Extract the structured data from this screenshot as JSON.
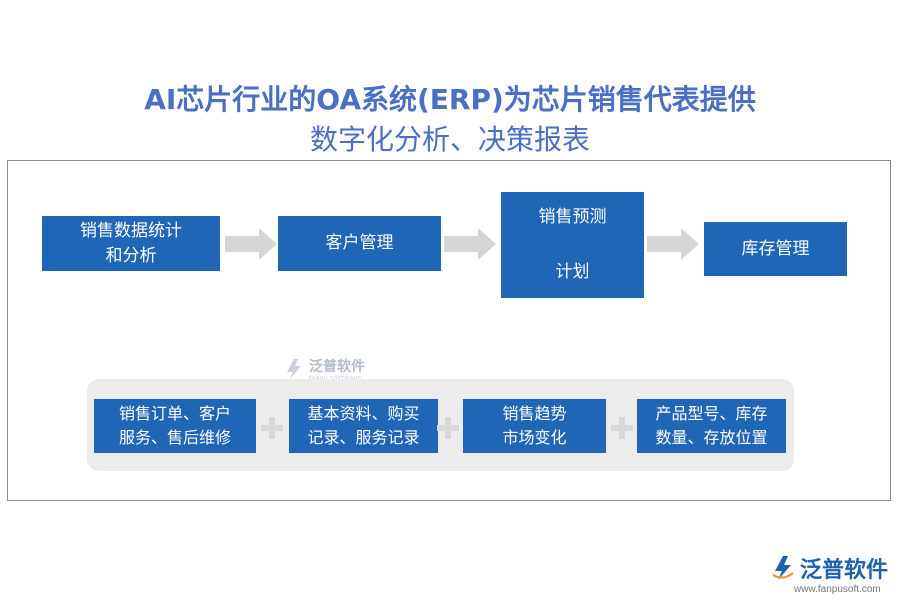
{
  "title": {
    "line1": "AI芯片行业的OA系统(ERP)为芯片销售代表提供",
    "line2": "数字化分析、决策报表"
  },
  "flow": [
    {
      "line1": "销售数据统计",
      "line2": "和分析"
    },
    {
      "line1": "客户管理",
      "line2": ""
    },
    {
      "line1": "销售预测",
      "line2": "计划"
    },
    {
      "line1": "库存管理",
      "line2": ""
    }
  ],
  "details": [
    {
      "line1": "销售订单、客户",
      "line2": "服务、售后维修"
    },
    {
      "line1": "基本资料、购买",
      "line2": "记录、服务记录"
    },
    {
      "line1": "销售趋势",
      "line2": "市场变化"
    },
    {
      "line1": "产品型号、库存",
      "line2": "数量、存放位置"
    }
  ],
  "watermark": {
    "name": "泛普软件",
    "sub": "FANPU SOFTWARE"
  },
  "logo": {
    "name": "泛普软件",
    "url": "www.fanpusoft.com"
  },
  "colors": {
    "title": "#4a6fc4",
    "box": "#1f66b6",
    "arrow": "#d6d6d6",
    "panel": "#ececec"
  }
}
